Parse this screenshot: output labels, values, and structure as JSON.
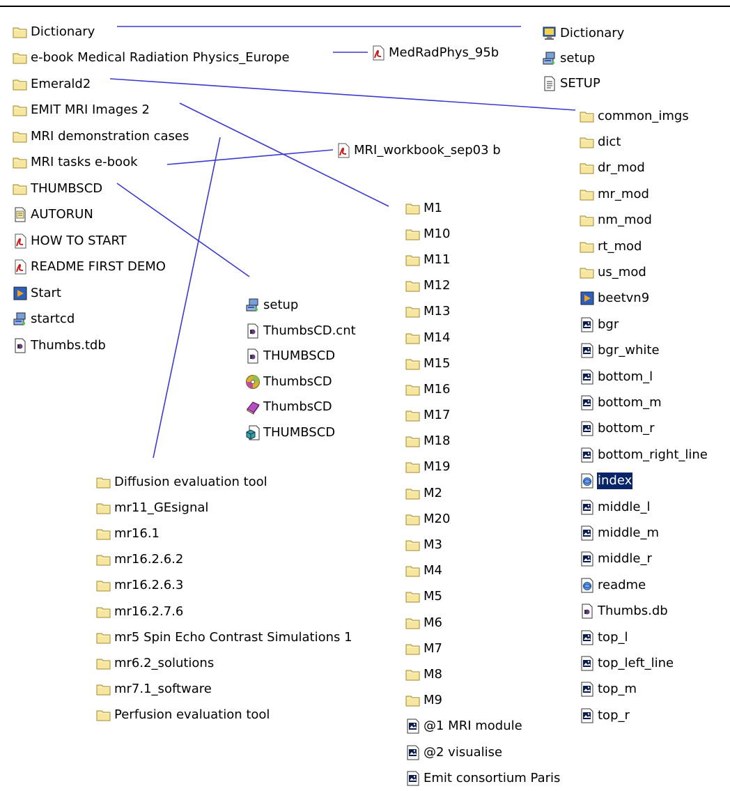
{
  "root": [
    {
      "label": "Dictionary",
      "icon": "folder-icon"
    },
    {
      "label": "e-book Medical Radiation Physics_Europe",
      "icon": "folder-icon"
    },
    {
      "label": "Emerald2",
      "icon": "folder-icon"
    },
    {
      "label": "EMIT MRI Images 2",
      "icon": "folder-icon"
    },
    {
      "label": "MRI demonstration cases",
      "icon": "folder-icon"
    },
    {
      "label": "MRI tasks e-book",
      "icon": "folder-icon"
    },
    {
      "label": "THUMBSCD",
      "icon": "folder-icon"
    },
    {
      "label": "AUTORUN",
      "icon": "inf-file-icon"
    },
    {
      "label": "HOW TO START",
      "icon": "pdf-icon"
    },
    {
      "label": "README FIRST DEMO",
      "icon": "pdf-icon"
    },
    {
      "label": "Start",
      "icon": "media-icon"
    },
    {
      "label": "startcd",
      "icon": "setup-icon"
    },
    {
      "label": "Thumbs.tdb",
      "icon": "thumbs-file-icon"
    }
  ],
  "dictionary": [
    {
      "label": "Dictionary",
      "icon": "dictionary-app-icon"
    },
    {
      "label": "setup",
      "icon": "setup-icon"
    },
    {
      "label": "SETUP",
      "icon": "text-file-icon"
    }
  ],
  "medrad": [
    {
      "label": "MedRadPhys_95b",
      "icon": "pdf-icon"
    }
  ],
  "mritasks": [
    {
      "label": "MRI_workbook_sep03 b",
      "icon": "pdf-icon"
    }
  ],
  "thumbscd": [
    {
      "label": "setup",
      "icon": "setup-icon"
    },
    {
      "label": "ThumbsCD.cnt",
      "icon": "thumbs-file-icon"
    },
    {
      "label": "THUMBSCD",
      "icon": "thumbs-file-icon"
    },
    {
      "label": "ThumbsCD",
      "icon": "cd-icon"
    },
    {
      "label": "ThumbsCD",
      "icon": "help-book-icon"
    },
    {
      "label": "THUMBSCD",
      "icon": "cube-file-icon"
    }
  ],
  "emerald": [
    {
      "label": "common_imgs",
      "icon": "folder-icon"
    },
    {
      "label": "dict",
      "icon": "folder-icon"
    },
    {
      "label": "dr_mod",
      "icon": "folder-icon"
    },
    {
      "label": "mr_mod",
      "icon": "folder-icon"
    },
    {
      "label": "nm_mod",
      "icon": "folder-icon"
    },
    {
      "label": "rt_mod",
      "icon": "folder-icon"
    },
    {
      "label": "us_mod",
      "icon": "folder-icon"
    },
    {
      "label": "beetvn9",
      "icon": "media-icon"
    },
    {
      "label": "bgr",
      "icon": "image-file-icon"
    },
    {
      "label": "bgr_white",
      "icon": "image-file-icon"
    },
    {
      "label": "bottom_l",
      "icon": "image-file-icon"
    },
    {
      "label": "bottom_m",
      "icon": "image-file-icon"
    },
    {
      "label": "bottom_r",
      "icon": "image-file-icon"
    },
    {
      "label": "bottom_right_line",
      "icon": "image-file-icon"
    },
    {
      "label": "index",
      "icon": "html-file-icon",
      "selected": true
    },
    {
      "label": "middle_l",
      "icon": "image-file-icon"
    },
    {
      "label": "middle_m",
      "icon": "image-file-icon"
    },
    {
      "label": "middle_r",
      "icon": "image-file-icon"
    },
    {
      "label": "readme",
      "icon": "html-file-icon"
    },
    {
      "label": "Thumbs.db",
      "icon": "thumbs-file-icon"
    },
    {
      "label": "top_l",
      "icon": "image-file-icon"
    },
    {
      "label": "top_left_line",
      "icon": "image-file-icon"
    },
    {
      "label": "top_m",
      "icon": "image-file-icon"
    },
    {
      "label": "top_r",
      "icon": "image-file-icon"
    }
  ],
  "emit": [
    {
      "label": "M1",
      "icon": "folder-icon"
    },
    {
      "label": "M10",
      "icon": "folder-icon"
    },
    {
      "label": "M11",
      "icon": "folder-icon"
    },
    {
      "label": "M12",
      "icon": "folder-icon"
    },
    {
      "label": "M13",
      "icon": "folder-icon"
    },
    {
      "label": "M14",
      "icon": "folder-icon"
    },
    {
      "label": "M15",
      "icon": "folder-icon"
    },
    {
      "label": "M16",
      "icon": "folder-icon"
    },
    {
      "label": "M17",
      "icon": "folder-icon"
    },
    {
      "label": "M18",
      "icon": "folder-icon"
    },
    {
      "label": "M19",
      "icon": "folder-icon"
    },
    {
      "label": "M2",
      "icon": "folder-icon"
    },
    {
      "label": "M20",
      "icon": "folder-icon"
    },
    {
      "label": "M3",
      "icon": "folder-icon"
    },
    {
      "label": "M4",
      "icon": "folder-icon"
    },
    {
      "label": "M5",
      "icon": "folder-icon"
    },
    {
      "label": "M6",
      "icon": "folder-icon"
    },
    {
      "label": "M7",
      "icon": "folder-icon"
    },
    {
      "label": "M8",
      "icon": "folder-icon"
    },
    {
      "label": "M9",
      "icon": "folder-icon"
    },
    {
      "label": "@1 MRI module",
      "icon": "image-file-icon"
    },
    {
      "label": "@2 visualise",
      "icon": "image-file-icon"
    },
    {
      "label": "Emit consortium Paris",
      "icon": "image-file-icon"
    }
  ],
  "mridemo": [
    {
      "label": "Diffusion evaluation tool",
      "icon": "folder-icon"
    },
    {
      "label": "mr11_GEsignal",
      "icon": "folder-icon"
    },
    {
      "label": "mr16.1",
      "icon": "folder-icon"
    },
    {
      "label": "mr16.2.6.2",
      "icon": "folder-icon"
    },
    {
      "label": "mr16.2.6.3",
      "icon": "folder-icon"
    },
    {
      "label": "mr16.2.7.6",
      "icon": "folder-icon"
    },
    {
      "label": "mr5 Spin Echo Contrast Simulations 1",
      "icon": "folder-icon"
    },
    {
      "label": "mr6.2_solutions",
      "icon": "folder-icon"
    },
    {
      "label": "mr7.1_software",
      "icon": "folder-icon"
    },
    {
      "label": "Perfusion evaluation tool",
      "icon": "folder-icon"
    }
  ],
  "colors": {
    "connector": "#3a3ad0",
    "folder_fill": "#f6e6a0",
    "folder_stroke": "#a08a30",
    "pdf_red": "#cc1b1b",
    "selection": "#0a246a"
  }
}
